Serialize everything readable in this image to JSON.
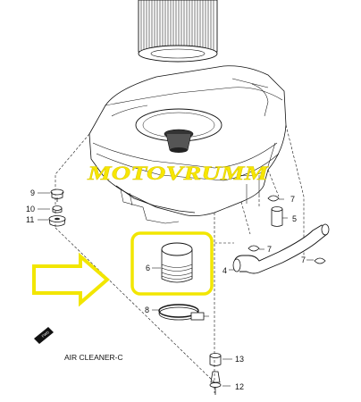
{
  "watermark": "MOTOVRUMM",
  "caption": "AIR CLEANER-C",
  "fwd_badge": "FWD",
  "callouts": {
    "p9": "9",
    "p10": "10",
    "p11": "11",
    "p7a": "7",
    "p7b": "7",
    "p7c": "7",
    "p5": "5",
    "p4": "4",
    "p6": "6",
    "p8": "8",
    "p13": "13",
    "p12": "12"
  },
  "highlight": {
    "color": "#f2e600",
    "target_part": "6"
  },
  "arrow": {
    "color": "#f2e600",
    "points_to": "6"
  }
}
